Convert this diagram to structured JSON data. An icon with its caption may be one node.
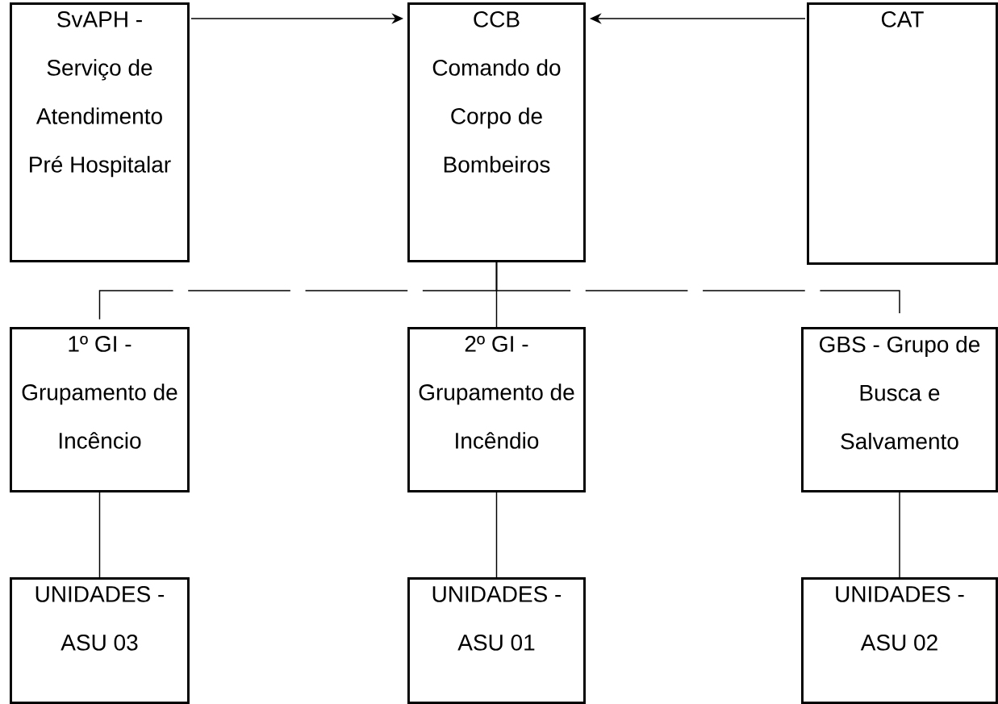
{
  "diagram": {
    "nodes": [
      {
        "text": [
          "SvAPH - Serviço de Atendimento Pré Hospitalar"
        ]
      },
      {
        "text": [
          "CCB",
          "Comando do Corpo de Bombeiros"
        ]
      },
      {
        "text": [
          "CAT"
        ]
      },
      {
        "text": [
          "1º GI - Grupamento de Incêncio"
        ]
      },
      {
        "text": [
          "2º GI - Grupamento de Incêndio"
        ]
      },
      {
        "text": [
          "GBS - Grupo de Busca e Salvamento"
        ]
      },
      {
        "text": [
          "UNIDADES - ASU 03"
        ]
      },
      {
        "text": [
          "UNIDADES - ASU 01"
        ]
      },
      {
        "text": [
          "UNIDADES - ASU 02"
        ]
      }
    ],
    "edges": [
      {
        "from": 0,
        "to": 1,
        "arrow": "to"
      },
      {
        "from": 2,
        "to": 1,
        "arrow": "to"
      },
      {
        "from": 1,
        "to": 3,
        "arrow": "none",
        "style": "dashed"
      },
      {
        "from": 1,
        "to": 4,
        "arrow": "none",
        "style": "dashed"
      },
      {
        "from": 1,
        "to": 5,
        "arrow": "none",
        "style": "dashed"
      },
      {
        "from": 3,
        "to": 6,
        "arrow": "none"
      },
      {
        "from": 4,
        "to": 7,
        "arrow": "none"
      },
      {
        "from": 5,
        "to": 8,
        "arrow": "none"
      }
    ]
  }
}
